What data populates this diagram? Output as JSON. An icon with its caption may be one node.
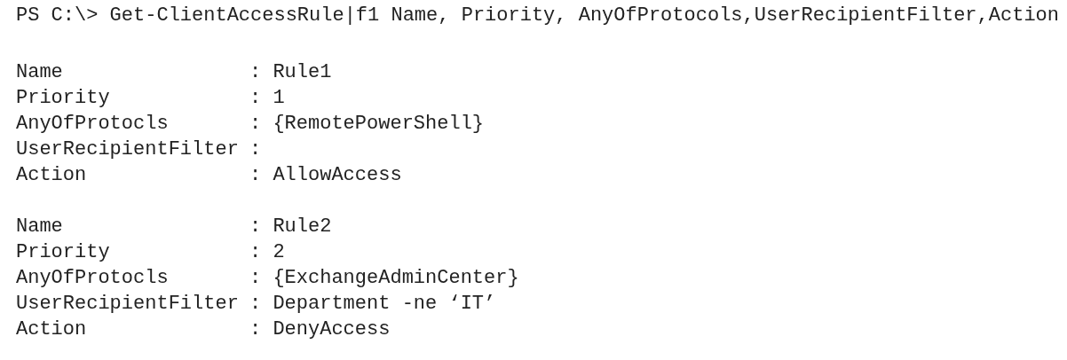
{
  "diagram": {
    "labels": [
      "PS C:\\> Get-ClientAccessRule|f1 Name, Priority, AnyOfProtocols,UserRecipientFilter,Action",
      "Name",
      ": Rule1",
      "Priority",
      ": 1",
      "AnyOfProtocls",
      ": {RemotePowerShell}",
      "UserRecipientFilter",
      ":",
      "Action",
      ": AllowAccess",
      "Name",
      ": Rule2",
      "Priority",
      ": 2",
      "AnyOfProtocls",
      ": {ExchangeAdminCenter}",
      "UserRecipientFilter",
      ": Department -ne ‘IT’",
      "Action",
      ": DenyAccess"
    ]
  }
}
